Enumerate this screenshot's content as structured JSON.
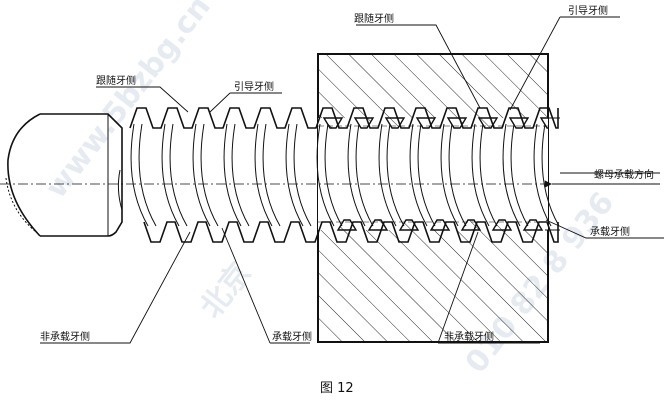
{
  "figure": {
    "caption": "图 12",
    "labels": {
      "trailing_top_nut": "跟随牙侧",
      "leading_top_nut": "引导牙侧",
      "trailing_top_left": "跟随牙侧",
      "leading_top_mid": "引导牙侧",
      "nut_load_direction": "螺母承载方向",
      "loaded_flank_right": "承载牙侧",
      "non_loaded_bottom_left": "非承载牙侧",
      "loaded_flank_bottom": "承载牙侧",
      "non_loaded_bottom_right": "非承载牙侧"
    },
    "watermarks": {
      "site": "www.5bzbg.cn",
      "city": "北京",
      "phone": "010 82 8 936"
    },
    "colors": {
      "ink": "#111111",
      "hatch": "#2a2a2a",
      "watermark": "#c8d4e2"
    }
  }
}
